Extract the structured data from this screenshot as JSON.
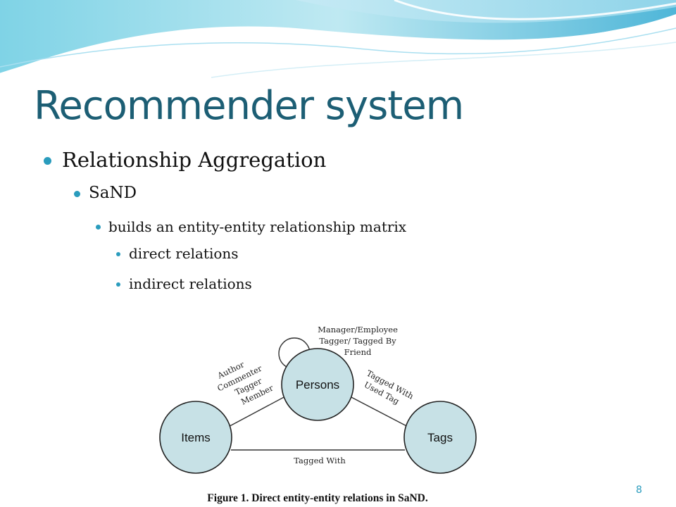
{
  "slide": {
    "title": "Recommender system",
    "bullets": {
      "l1": "Relationship Aggregation",
      "l2": "SaND",
      "l3": "builds an entity-entity relationship matrix",
      "l4a": "direct relations",
      "l4b": "indirect relations"
    },
    "slide_number": "8",
    "colors": {
      "title": "#1c5e74",
      "bullet": "#2a9cbd",
      "node_fill": "#c7e1e6"
    }
  },
  "figure": {
    "nodes": {
      "persons": "Persons",
      "items": "Items",
      "tags": "Tags"
    },
    "self_loop_label": [
      "Manager/Employee",
      "Tagger/ Tagged By",
      "Friend"
    ],
    "persons_items_label": [
      "Author",
      "Commenter",
      "Tagger",
      "Member"
    ],
    "persons_tags_label": [
      "Tagged With",
      "Used Tag"
    ],
    "items_tags_label": "Tagged With",
    "caption": "Figure 1. Direct entity-entity relations in SaND."
  }
}
